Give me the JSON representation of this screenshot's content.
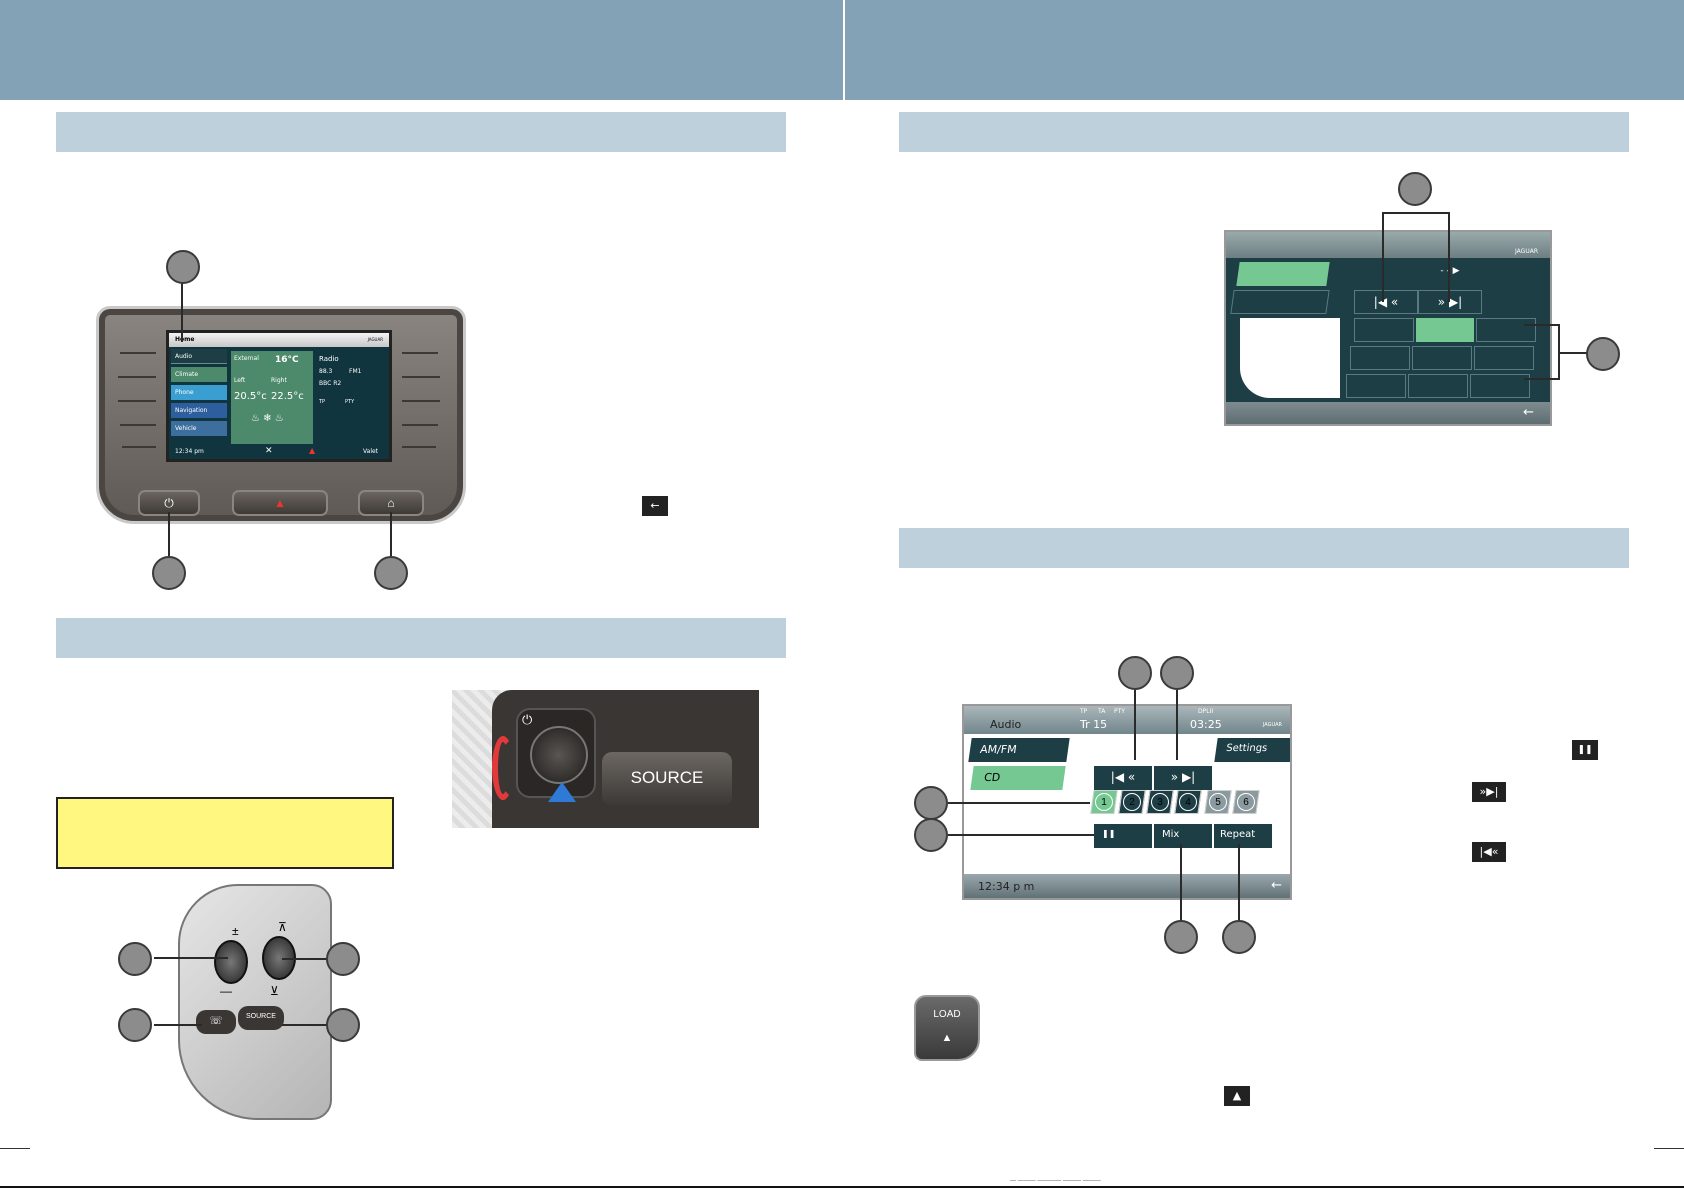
{
  "colors": {
    "header_band": "#84a2b6",
    "section_bar": "#bdd0dc",
    "warning_box": "#fff77f",
    "screen_bg": "#1e3e46",
    "active_green": "#76c893"
  },
  "touchscreen": {
    "header_title": "Home",
    "brand": "JAGUAR",
    "menu": [
      "Audio",
      "Climate",
      "Phone",
      "Navigation",
      "Vehicle"
    ],
    "external_label": "External",
    "external_temp": "16°C",
    "left_label": "Left",
    "left_temp": "20.5°c",
    "right_label": "Right",
    "right_temp": "22.5°c",
    "radio_label": "Radio",
    "freq": "88.3",
    "band": "FM1",
    "station": "BBC R2",
    "tp": "TP",
    "pty": "PTY",
    "time": "12:34 pm",
    "valet": "Valet"
  },
  "hardware_buttons": {
    "power": "⏻",
    "hazard": "▲",
    "home": "⌂"
  },
  "source_photo": {
    "source_label": "SOURCE"
  },
  "wheel_switch": {
    "source_label": "SOURCE"
  },
  "grid_panel": {
    "brand": "JAGUAR"
  },
  "cd_panel": {
    "title": "Audio",
    "tp": "TP",
    "ta": "TA",
    "pty": "PTY",
    "track": "Tr 15",
    "dpl": "DPLII",
    "elapsed": "03:25",
    "brand": "JAGUAR",
    "amfm": "AM/FM",
    "cd": "CD",
    "settings": "Settings",
    "discs": [
      "1",
      "2",
      "3",
      "4",
      "5",
      "6"
    ],
    "mix": "Mix",
    "repeat": "Repeat",
    "time": "12:34 p m"
  },
  "load_button": {
    "label": "LOAD",
    "eject": "▲"
  },
  "footer_fragment": "— ——— ———— ——— ———"
}
